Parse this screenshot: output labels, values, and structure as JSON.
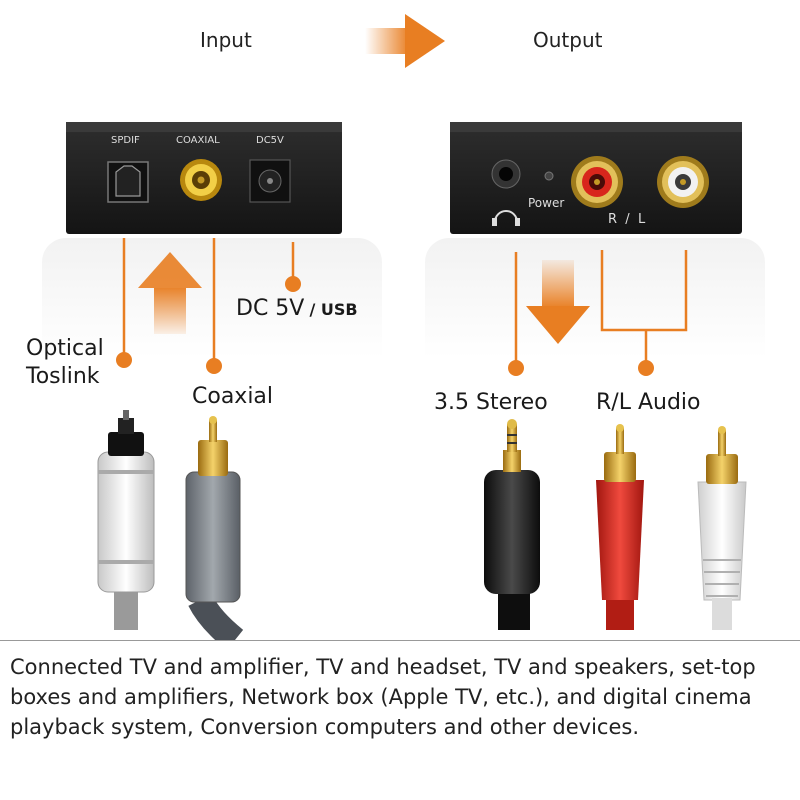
{
  "headers": {
    "input": "Input",
    "output": "Output"
  },
  "input_box": {
    "spdif": "SPDIF",
    "coaxial": "COAXIAL",
    "dc5v": "DC5V"
  },
  "output_box": {
    "power": "Power",
    "rl": "R  /  L"
  },
  "labels": {
    "dc": "DC 5V",
    "dc_suffix": "/ USB",
    "optical_line1": "Optical",
    "optical_line2": "Toslink",
    "coaxial": "Coaxial",
    "stereo": "3.5 Stereo",
    "rl_audio": "R/L Audio"
  },
  "caption": "Connected TV and amplifier, TV and headset, TV and speakers, set-top boxes and amplifiers, Network box (Apple TV, etc.), and digital cinema playback system, Conversion computers and other devices.",
  "colors": {
    "accent": "#e87e22",
    "box": "#1e1e1e",
    "gold": "#d4a020",
    "red": "#d8261c"
  }
}
